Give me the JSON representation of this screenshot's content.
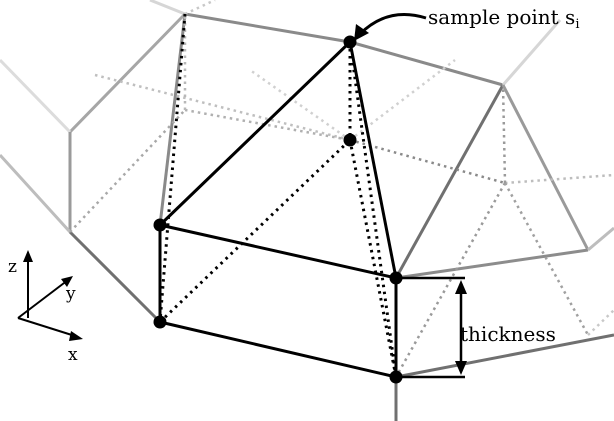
{
  "labels": {
    "sample_point": "sample point s",
    "sample_point_subscript": "i",
    "thickness": "thickness",
    "axis_z": "z",
    "axis_y": "y",
    "axis_x": "x"
  },
  "colors": {
    "primary": "#000000",
    "gray_dark": "#707070",
    "gray_mid": "#8c8c8c",
    "gray_light": "#bdbdbd",
    "gray_faint": "#dcdcdc"
  }
}
